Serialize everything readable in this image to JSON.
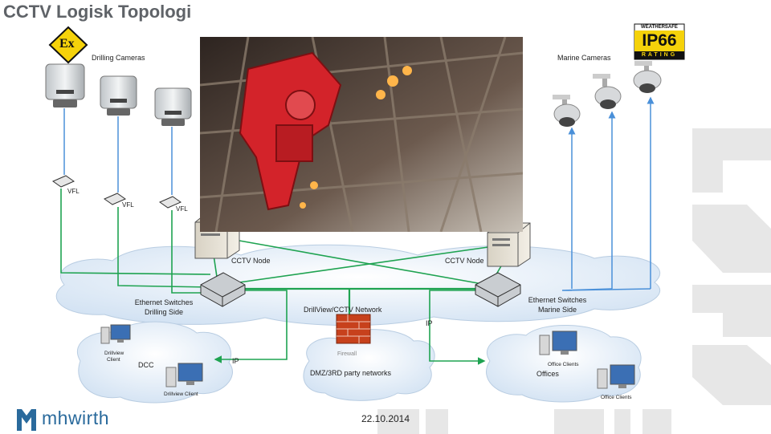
{
  "slide": {
    "title": "CCTV Logisk Topologi",
    "date": "22.10.2014"
  },
  "brand": {
    "name": "mhwirth"
  },
  "badges": {
    "atex": "Ex",
    "weathersafe": "WEATHERSAFE",
    "ip_rating": "IP66",
    "rating_word": "RATING"
  },
  "groups": {
    "drilling_cameras": "Drilling Cameras",
    "marine_cameras": "Marine Cameras"
  },
  "vfl": [
    "VFL",
    "VFL",
    "VFL"
  ],
  "nodes": {
    "cctv_node_left": "CCTV Node",
    "cctv_node_right": "CCTV Node",
    "switch_left": [
      "Ethernet Switches",
      "Drilling Side"
    ],
    "switch_right": [
      "Ethernet Switches",
      "Marine Side"
    ],
    "network": "DrillView/CCTV Network",
    "firewall": "Firewall",
    "dmz": "DMZ/3RD party networks",
    "dcc": "DCC",
    "drillview_client_1": [
      "Drillview",
      "Client"
    ],
    "drillview_client_2": "Drillview Client",
    "offices": "Offices",
    "office_client_1": "Office Clients",
    "office_client_2": "Office Clients",
    "ip_left": "IP",
    "ip_right": "IP"
  },
  "colors": {
    "link": "#1fa351",
    "fiber": "#4a90d9",
    "cloud": "#dbe9f7",
    "title": "#5f6368",
    "brand": "#2a6a9c"
  }
}
